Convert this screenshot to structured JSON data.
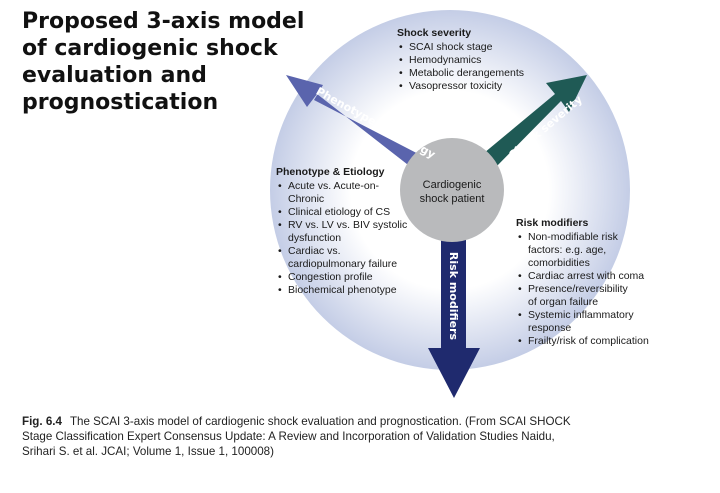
{
  "title_lines": [
    "Proposed 3-axis model",
    "of cardiogenic shock",
    "evaluation and",
    "prognostication"
  ],
  "center": {
    "lines": [
      "Cardiogenic",
      "shock patient"
    ]
  },
  "arrows": {
    "phenotype_label": "Phenotype & Etiology",
    "severity_label": "Shock severity",
    "risk_label": "Risk modifiers"
  },
  "shock_severity": {
    "heading": "Shock severity",
    "items": [
      [
        "SCAI shock stage"
      ],
      [
        "Hemodynamics"
      ],
      [
        "Metabolic derangements"
      ],
      [
        "Vasopressor toxicity"
      ]
    ]
  },
  "phenotype": {
    "heading": "Phenotype & Etiology",
    "items": [
      [
        "Acute vs. Acute-on-",
        "Chronic"
      ],
      [
        "Clinical etiology of CS"
      ],
      [
        "RV vs. LV vs. BIV systolic",
        "dysfunction"
      ],
      [
        "Cardiac vs.",
        "cardiopulmonary failure"
      ],
      [
        "Congestion profile"
      ],
      [
        "Biochemical phenotype"
      ]
    ]
  },
  "risk_modifiers": {
    "heading": "Risk modifiers",
    "items": [
      [
        "Non-modifiable risk",
        "factors: e.g. age,",
        "comorbidities"
      ],
      [
        "Cardiac arrest with coma"
      ],
      [
        "Presence/reversibility",
        "of organ failure"
      ],
      [
        "Systemic inflammatory",
        "response"
      ],
      [
        "Frailty/risk of complication"
      ]
    ]
  },
  "caption": {
    "fig_label": "Fig. 6.4",
    "lines": [
      "The SCAI 3-axis model of cardiogenic shock evaluation and prognostication. (From SCAI SHOCK",
      "Stage Classification Expert Consensus Update: A Review and Incorporation of Validation Studies Naidu,",
      "Srihari S. et al. JCAI; Volume 1, Issue 1, 100008)"
    ]
  },
  "colors": {
    "phenotype_arrow": "#5a64ad",
    "severity_arrow": "#1f5a55",
    "risk_arrow": "#1f2a6e",
    "center_circle": "#b9babc",
    "halo_inner": "#ffffff",
    "halo_outer": "#c4cde6"
  }
}
